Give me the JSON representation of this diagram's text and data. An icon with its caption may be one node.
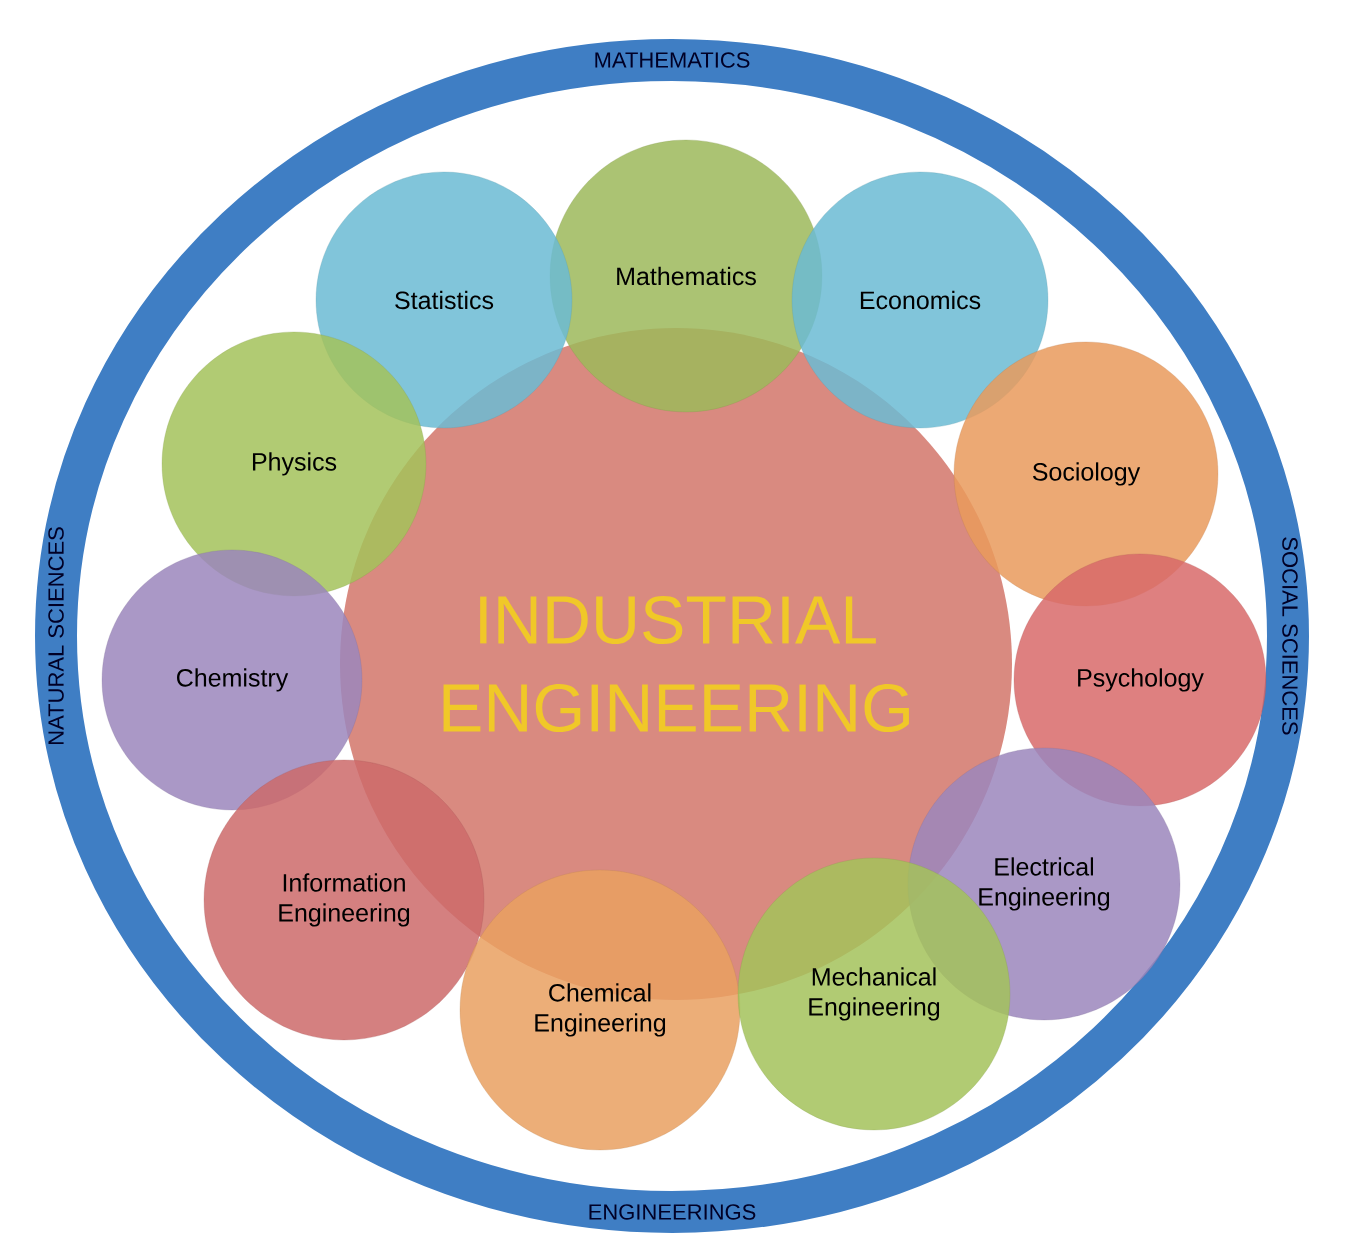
{
  "diagram": {
    "nodes": [
      {
        "text": [
          "MATHEMATICS",
          "SOCIAL SCIENCES",
          "ENGINEERINGS",
          "NATURAL SCIENCES"
        ]
      },
      {
        "text": [
          "INDUSTRIAL ENGINEERING"
        ],
        "in": 0
      },
      {
        "text": [
          "Mathematics"
        ],
        "in": 0
      },
      {
        "text": [
          "Statistics"
        ],
        "in": 0
      },
      {
        "text": [
          "Economics"
        ],
        "in": 0
      },
      {
        "text": [
          "Physics"
        ],
        "in": 0
      },
      {
        "text": [
          "Sociology"
        ],
        "in": 0
      },
      {
        "text": [
          "Chemistry"
        ],
        "in": 0
      },
      {
        "text": [
          "Psychology"
        ],
        "in": 0
      },
      {
        "text": [
          "Information Engineering"
        ],
        "in": 0
      },
      {
        "text": [
          "Electrical Engineering"
        ],
        "in": 0
      },
      {
        "text": [
          "Chemical Engineering"
        ],
        "in": 0
      },
      {
        "text": [
          "Mechanical Engineering"
        ],
        "in": 0
      }
    ]
  }
}
